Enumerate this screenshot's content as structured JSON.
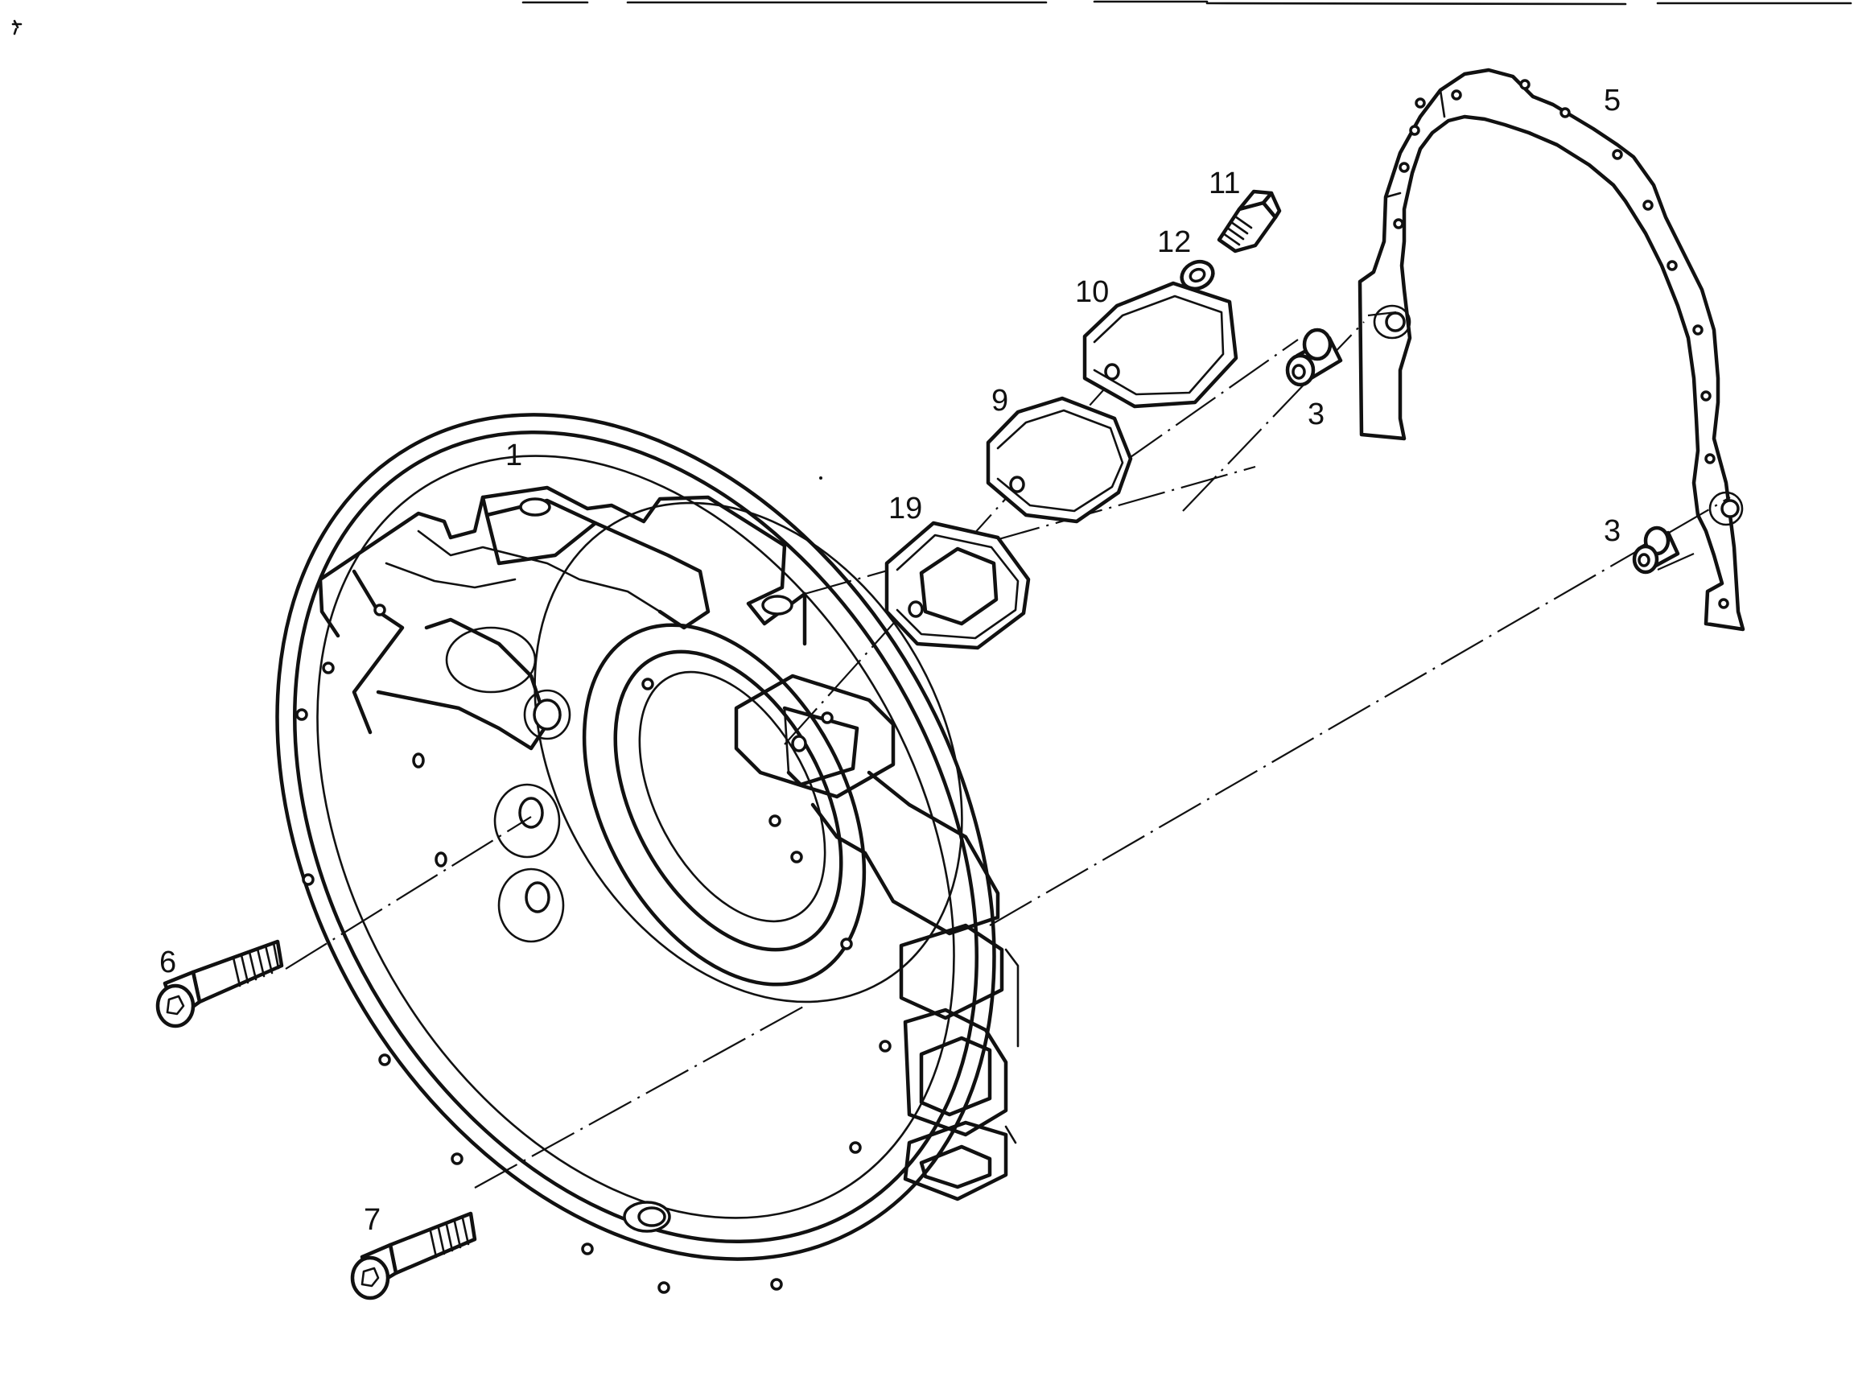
{
  "callouts": {
    "c1": "1",
    "c3a": "3",
    "c3b": "3",
    "c5": "5",
    "c6": "6",
    "c7": "7",
    "c9": "9",
    "c10": "10",
    "c11": "11",
    "c12": "12",
    "c19": "19"
  }
}
